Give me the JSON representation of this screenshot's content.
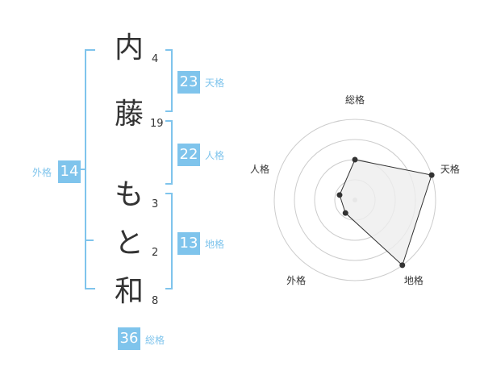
{
  "name": {
    "chars": [
      {
        "char": "内",
        "strokes": "4"
      },
      {
        "char": "藤",
        "strokes": "19"
      },
      {
        "char": "も",
        "strokes": "3"
      },
      {
        "char": "と",
        "strokes": "2"
      },
      {
        "char": "和",
        "strokes": "8"
      }
    ]
  },
  "fortunes": {
    "tenkaku": {
      "label": "天格",
      "value": "23"
    },
    "jinkaku": {
      "label": "人格",
      "value": "22"
    },
    "chikaku": {
      "label": "地格",
      "value": "13"
    },
    "gaikaku": {
      "label": "外格",
      "value": "14"
    },
    "soukaku": {
      "label": "総格",
      "value": "36"
    }
  },
  "colors": {
    "accent": "#7fc4ec",
    "text": "#333333",
    "radar_fill": "#eeeeee",
    "radar_grid": "#cccccc"
  },
  "chart_data": {
    "type": "radar",
    "axes": [
      "総格",
      "天格",
      "地格",
      "外格",
      "人格"
    ],
    "values": [
      0.5,
      1.0,
      1.0,
      0.2,
      0.2
    ],
    "rings": 4,
    "range": [
      0,
      1
    ]
  }
}
